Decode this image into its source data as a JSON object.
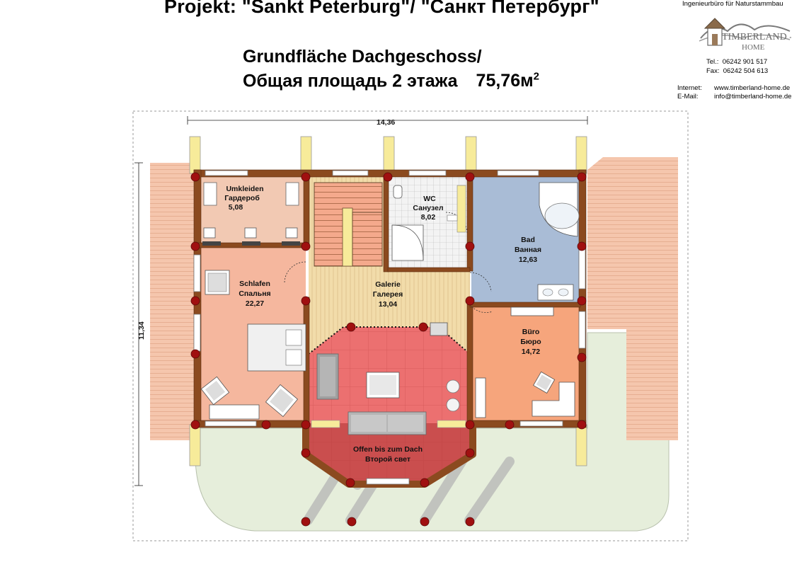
{
  "header": {
    "title": "Projekt: \"Sankt Peterburg\"/ \"Санкт Петербург\"",
    "subtitle_line1": "Grundfläche Dachgeschoss/",
    "subtitle_line2": "Общая площадь 2 этажа",
    "area_value": "75,76м",
    "area_superscript": "2"
  },
  "company": {
    "name": "Ingenieurbüro für Naturstammbau",
    "logo_text_line1": "TIMBERLAND -",
    "logo_text_line2": "HOME",
    "tel_label": "Tel.:",
    "tel": "06242 901 517",
    "fax_label": "Fax:",
    "fax": "06242 504 613",
    "internet_label": "Internet:",
    "internet": "www.timberland-home.de",
    "email_label": "E-Mail:",
    "email": "info@timberland-home.de"
  },
  "dimensions": {
    "width": "14,36",
    "height": "11,34"
  },
  "rooms": {
    "umkleiden": {
      "name_de": "Umkleiden",
      "name_ru": "Гардероб",
      "area": "5,08"
    },
    "wc": {
      "name_de": "WC",
      "name_ru": "Санузел",
      "area": "8,02"
    },
    "bad": {
      "name_de": "Bad",
      "name_ru": "Ванная",
      "area": "12,63"
    },
    "schlafen": {
      "name_de": "Schlafen",
      "name_ru": "Спальня",
      "area": "22,27"
    },
    "galerie": {
      "name_de": "Galerie",
      "name_ru": "Галерея",
      "area": "13,04"
    },
    "buero": {
      "name_de": "Büro",
      "name_ru": "Бюро",
      "area": "14,72"
    },
    "offen": {
      "name_de": "Offen bis zum Dach",
      "name_ru": "Второй свет"
    }
  },
  "colors": {
    "log_wall": "#8b4a1f",
    "column": "#a01010",
    "umkleiden": "#f2c9b3",
    "schlafen": "#f5b79e",
    "wc": "#f2f2f2",
    "bad": "#a9bcd6",
    "galerie": "#f2dcaa",
    "offen": "#ec7070",
    "buero": "#f6a57c",
    "roof": "#f5c6ad",
    "ground": "#e6eedb"
  }
}
